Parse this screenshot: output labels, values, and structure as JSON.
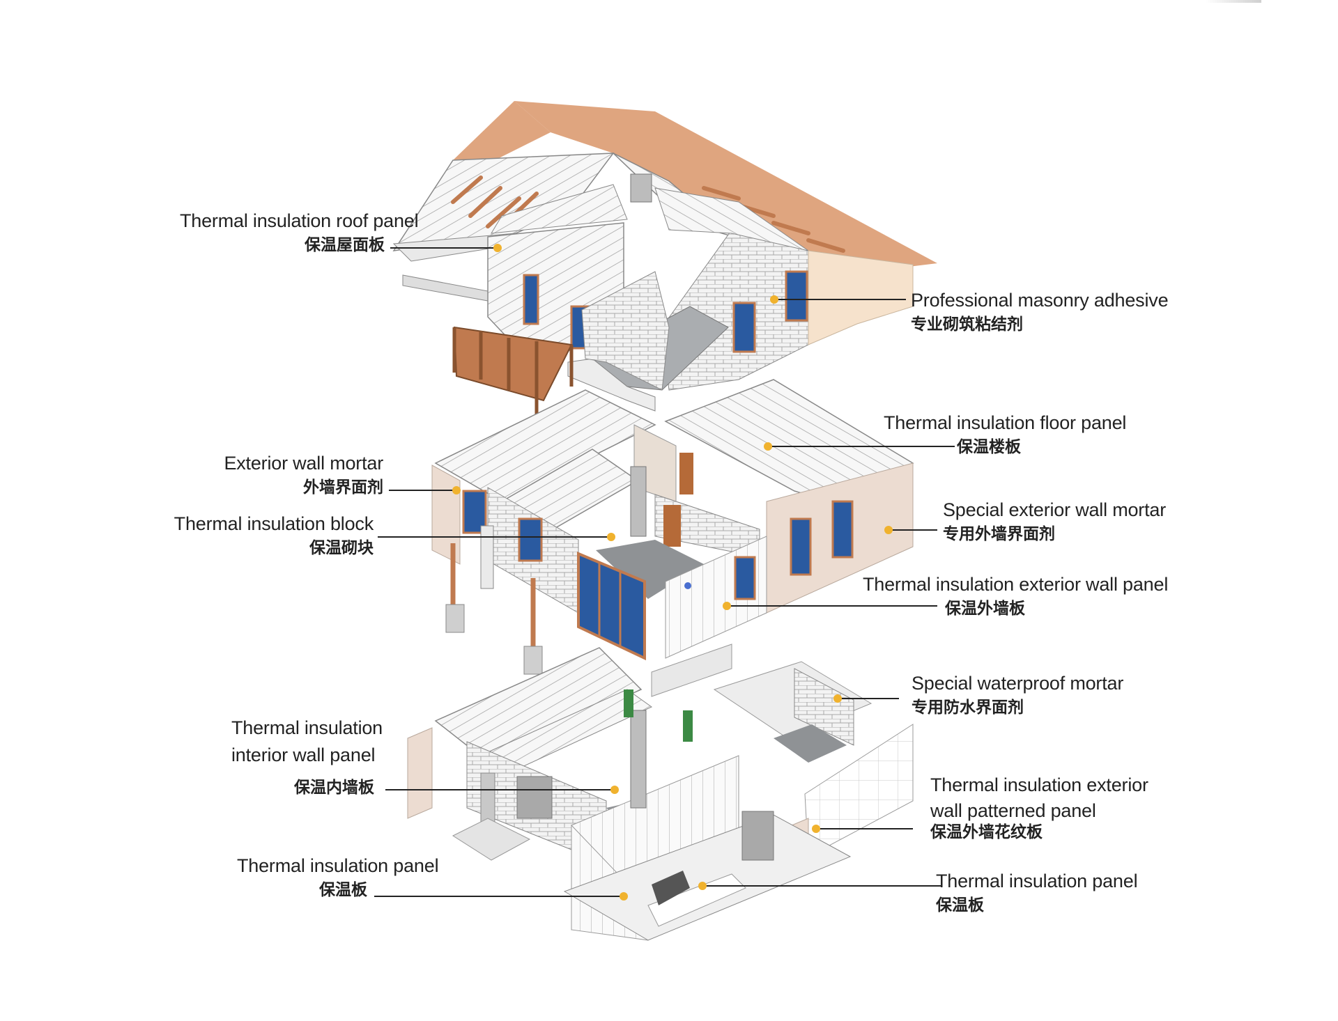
{
  "colors": {
    "roof": "#dfa57f",
    "wall": "#f6f6f6",
    "mortar": "#ecdcd1",
    "floor": "#8f9295",
    "wood": "#c07a4f",
    "window": "#2a5aa0",
    "dot": "#f0b22e",
    "line": "#222222"
  },
  "labels": {
    "roof_panel_en": "Thermal insulation roof panel",
    "roof_panel_cn": "保温屋面板",
    "masonry_adhesive_en": "Professional masonry adhesive",
    "masonry_adhesive_cn": "专业砌筑粘结剂",
    "floor_panel_en": "Thermal insulation floor panel",
    "floor_panel_cn": "保温楼板",
    "ext_wall_mortar_en": "Exterior wall mortar",
    "ext_wall_mortar_cn": "外墙界面剂",
    "block_en": "Thermal insulation block",
    "block_cn": "保温砌块",
    "special_ext_mortar_en": "Special exterior wall mortar",
    "special_ext_mortar_cn": "专用外墙界面剂",
    "ext_wall_panel_en": "Thermal insulation exterior wall panel",
    "ext_wall_panel_cn": "保温外墙板",
    "waterproof_mortar_en": "Special waterproof mortar",
    "waterproof_mortar_cn": "专用防水界面剂",
    "interior_panel_en_1": "Thermal insulation",
    "interior_panel_en_2": "interior wall panel",
    "interior_panel_cn": "保温内墙板",
    "patterned_panel_en_1": "Thermal insulation exterior",
    "patterned_panel_en_2": "wall patterned panel",
    "patterned_panel_cn": "保温外墙花纹板",
    "panel_left_en": "Thermal insulation panel",
    "panel_left_cn": "保温板",
    "panel_right_en": "Thermal insulation panel",
    "panel_right_cn": "保温板"
  }
}
